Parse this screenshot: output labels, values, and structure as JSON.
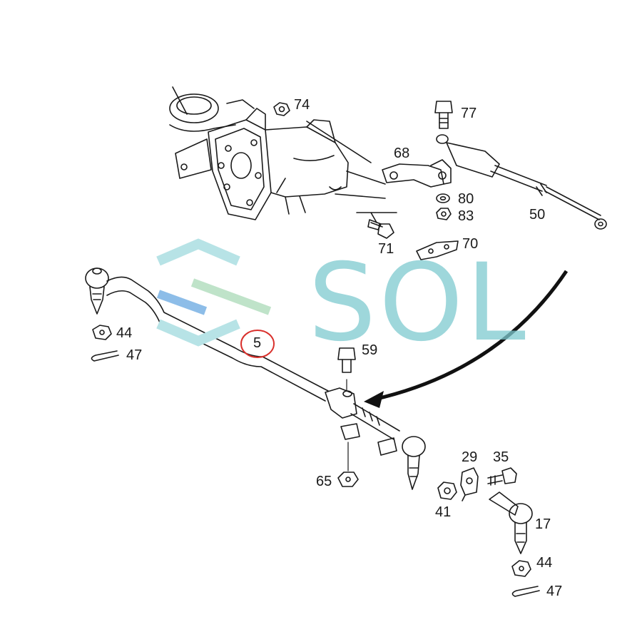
{
  "diagram": {
    "highlight_color": "#d9302c",
    "watermark": {
      "text": "SOL",
      "color": "#7ecad0"
    },
    "parts": [
      {
        "id": "p74",
        "label": "74"
      },
      {
        "id": "p77",
        "label": "77"
      },
      {
        "id": "p68",
        "label": "68"
      },
      {
        "id": "p80",
        "label": "80"
      },
      {
        "id": "p83",
        "label": "83"
      },
      {
        "id": "p50",
        "label": "50"
      },
      {
        "id": "p71",
        "label": "71"
      },
      {
        "id": "p70",
        "label": "70"
      },
      {
        "id": "p44a",
        "label": "44"
      },
      {
        "id": "p47a",
        "label": "47"
      },
      {
        "id": "p5",
        "label": "5",
        "highlighted": true
      },
      {
        "id": "p59",
        "label": "59"
      },
      {
        "id": "p65",
        "label": "65"
      },
      {
        "id": "p29",
        "label": "29"
      },
      {
        "id": "p35",
        "label": "35"
      },
      {
        "id": "p41",
        "label": "41"
      },
      {
        "id": "p17",
        "label": "17"
      },
      {
        "id": "p44b",
        "label": "44"
      },
      {
        "id": "p47b",
        "label": "47"
      }
    ]
  }
}
